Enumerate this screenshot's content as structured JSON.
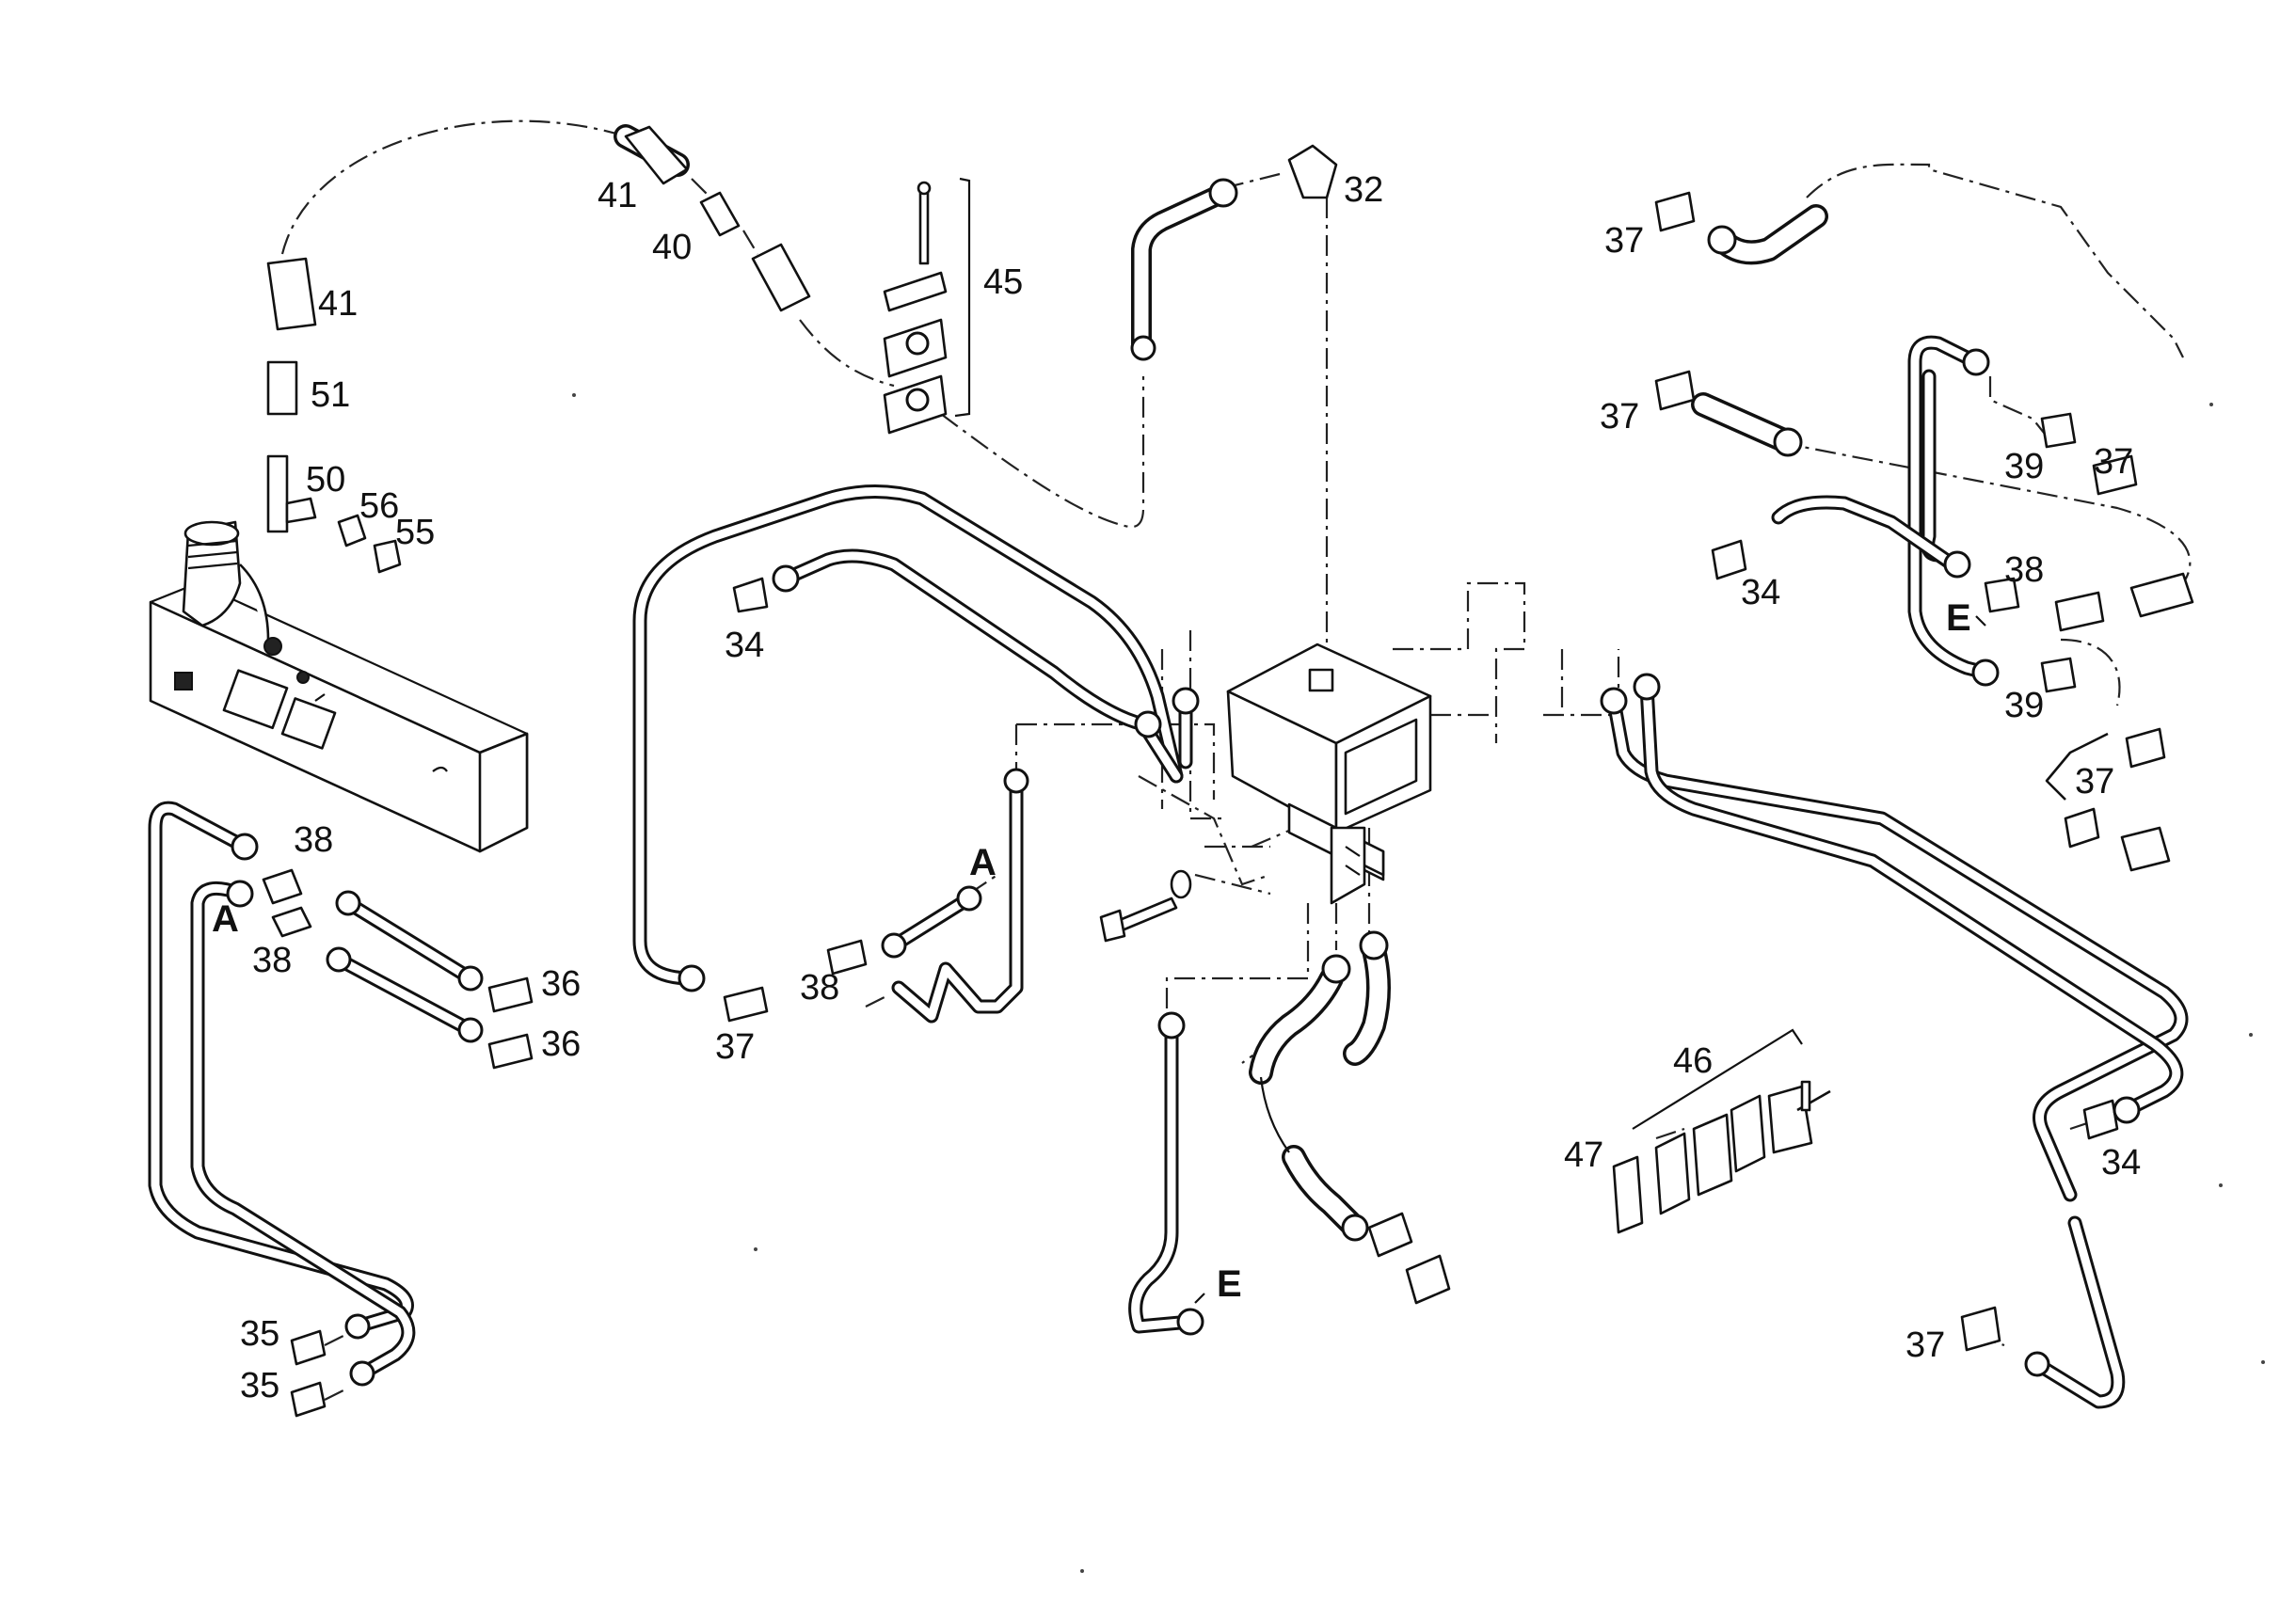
{
  "diagram": {
    "part_labels": {
      "p32": "32",
      "p34a": "34",
      "p34b": "34",
      "p34c": "34",
      "p35a": "35",
      "p35b": "35",
      "p36a": "36",
      "p36b": "36",
      "p37a": "37",
      "p37b": "37",
      "p37c": "37",
      "p37d": "37",
      "p37e": "37",
      "p38a": "38",
      "p38b": "38",
      "p38c": "38",
      "p38d": "38",
      "p39a": "39",
      "p39b": "39",
      "p40": "40",
      "p41a": "41",
      "p41b": "41",
      "p45": "45",
      "p46": "46",
      "p47": "47",
      "p50": "50",
      "p51": "51",
      "p55": "55",
      "p56": "56"
    },
    "reference_labels": {
      "a_left": "A",
      "a_center": "A",
      "e_center": "E",
      "e_right": "E"
    }
  }
}
